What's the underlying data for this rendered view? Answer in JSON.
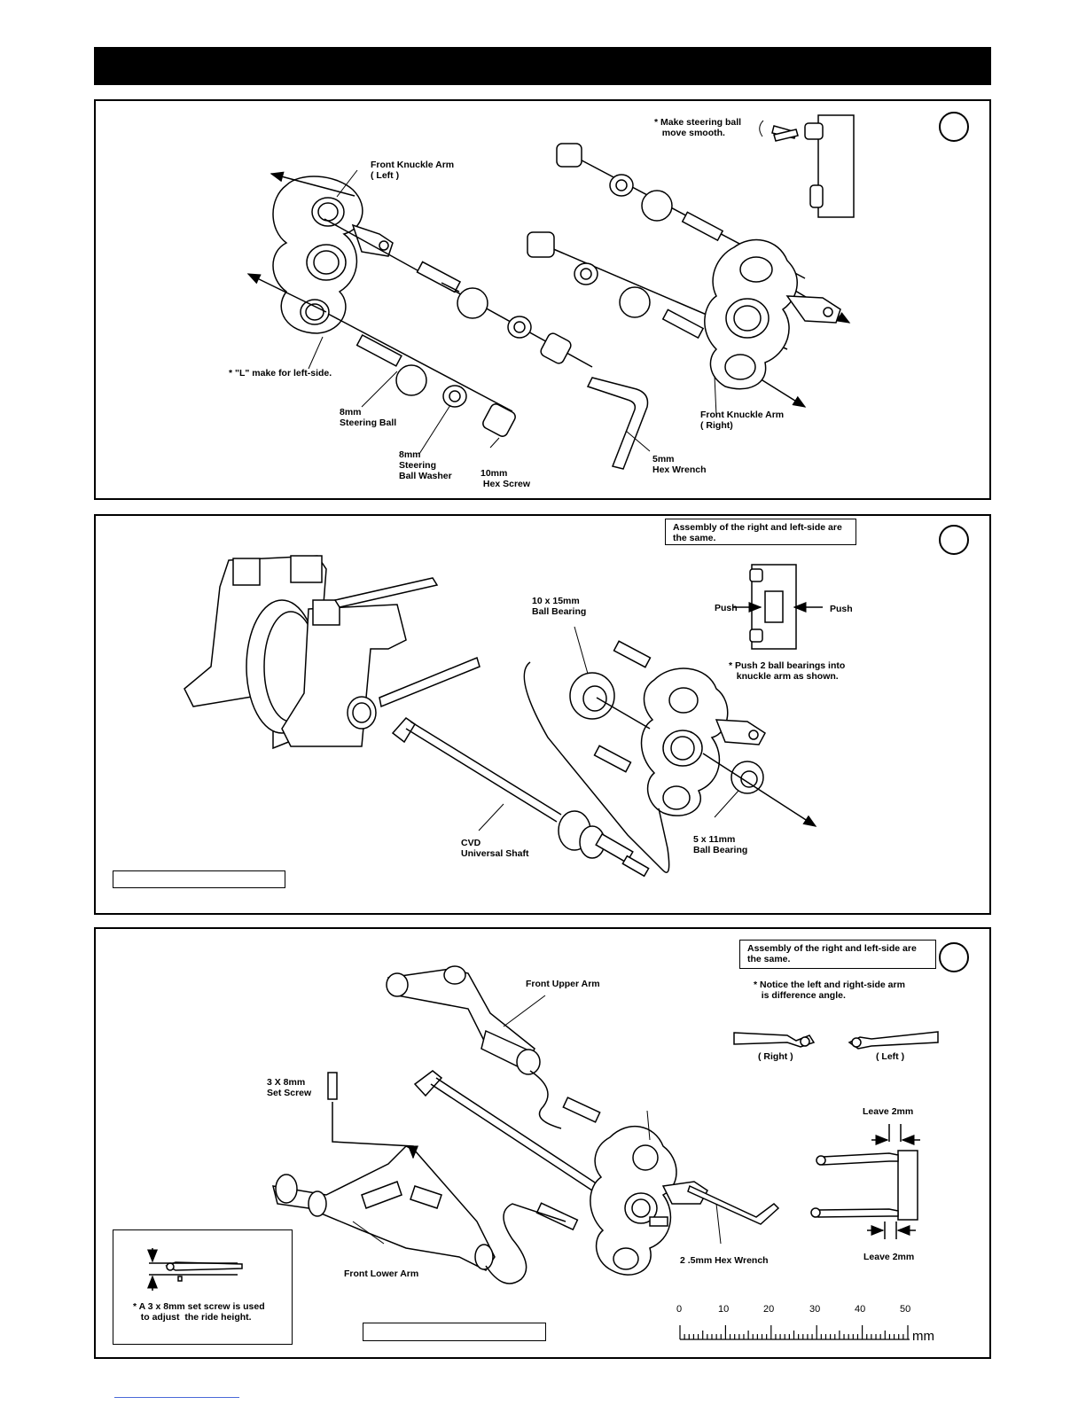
{
  "panel1": {
    "labels": {
      "make_smooth": "* Make steering ball\n   move smooth.",
      "front_knuckle_left": "Front Knuckle Arm\n( Left )",
      "l_mark": "* \"L\" make for left-side.",
      "steering_ball": "8mm\nSteering Ball",
      "ball_washer": "8mm\nSteering\nBall Washer",
      "hex_screw": "10mm\n Hex Screw",
      "hex_wrench": "5mm\nHex Wrench",
      "front_knuckle_right": "Front Knuckle Arm\n( Right)"
    }
  },
  "panel2": {
    "note": "Assembly of the right and left-side are\nthe same.",
    "labels": {
      "bearing_10x15": "10 x 15mm\nBall Bearing",
      "push_left": "Push",
      "push_right": "Push",
      "push_note": "* Push 2 ball bearings into\n   knuckle arm as shown.",
      "cvd_shaft": "CVD\nUniversal Shaft",
      "bearing_5x11": "5 x 11mm\nBall Bearing"
    }
  },
  "panel3": {
    "note": "Assembly of the right and left-side are\nthe same.",
    "labels": {
      "front_upper_arm": "Front Upper Arm",
      "arm_angle_note": "* Notice the left and right-side arm\n   is difference angle.",
      "right": "( Right )",
      "left": "( Left )",
      "set_screw": "3 X 8mm\nSet Screw",
      "leave_top": "Leave 2mm",
      "leave_bottom": "Leave 2mm",
      "hex_wrench": "2 .5mm Hex Wrench",
      "front_lower_arm": "Front Lower Arm",
      "ride_height_note": "* A 3 x 8mm set screw is used\n   to adjust  the ride height."
    },
    "ruler": {
      "ticks": [
        "0",
        "10",
        "20",
        "30",
        "40",
        "50"
      ],
      "unit": "mm"
    }
  }
}
